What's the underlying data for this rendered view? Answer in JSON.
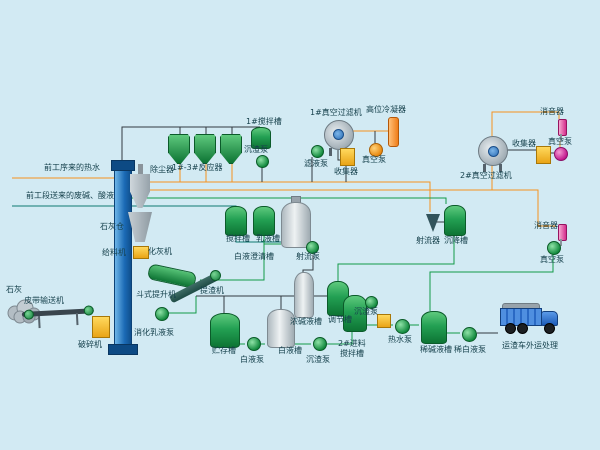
{
  "background": "#d2eaf3",
  "colors": {
    "pipe_orange": "#f6921e",
    "pipe_teal": "#0d7a72",
    "pipe_green": "#139a47",
    "pipe_dark": "#333a40",
    "tank_green": "#1d9a4e",
    "tank_silver": "#c9d2d7",
    "collector_yellow": "#f3b32a",
    "elevator_blue": "#1b6ab5",
    "muffler_pink": "#d32e8d",
    "label_text": "#17424d"
  },
  "labels": {
    "hot_water_note": "前工序来的热水",
    "waste_note": "前工段送来的废碱、酸液",
    "dust_collector": "除尘器",
    "lime_silo": "石灰仓",
    "feeder": "给料机",
    "lime_slaker": "化灰机",
    "lime": "石灰",
    "belt_conveyor": "皮带输送机",
    "crusher": "破碎机",
    "bucket_elevator": "斗式提升机",
    "digest_pump": "消化乳液泵",
    "slag_extractor": "提渣机",
    "reactors": "1#-3#反应器",
    "mixer1": "1#搅拌槽",
    "sediment_pump1": "沉渣泵",
    "mixing_tank": "搅拌槽",
    "emulsion_tank": "乳液槽",
    "clarifier": "白液澄清槽",
    "jet_pump": "射流泵",
    "filtrate_pump": "滤液泵",
    "collector1": "收集器",
    "vacuum_pump1": "真空泵",
    "filter1": "1#真空过滤机",
    "condenser": "高位冷凝器",
    "filter2": "2#真空过滤机",
    "collector2": "收集器",
    "vacuum_pump2": "真空泵",
    "muffler1": "消音器",
    "muffler2": "消音器",
    "vacuum_pump3": "真空泵",
    "jet_device": "射流器",
    "settling_tank": "沉降槽",
    "storage_tank": "贮存槽",
    "white_liquor_pump": "白液泵",
    "white_liquor_tank": "白液槽",
    "sediment_pump2": "沉渣泵",
    "conc_alkali_tank": "浓碱液槽",
    "regulating_tank": "调节槽",
    "feed2_mixer_l1": "2#进料",
    "feed2_mixer_l2": "搅拌槽",
    "sediment_pump3": "沉渣泵",
    "hot_water_pump": "热水泵",
    "dilute_alkali_tank": "稀碱液槽",
    "dilute_white_pump": "稀白液泵",
    "truck_note": "运渣车外运处理"
  }
}
